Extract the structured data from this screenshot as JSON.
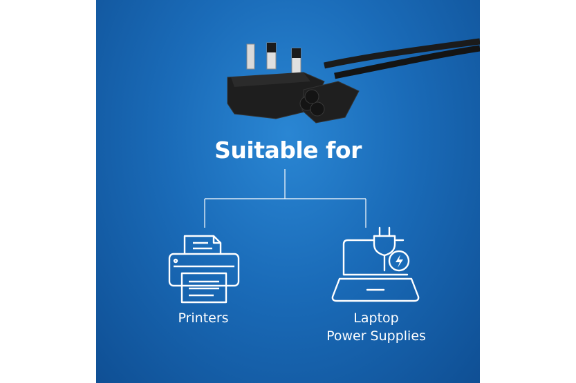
{
  "heading": "Suitable for",
  "items": [
    {
      "label": "Printers",
      "icon": "printer-icon"
    },
    {
      "label_line1": "Laptop",
      "label_line2": "Power Supplies",
      "icon": "laptop-plug-icon"
    }
  ],
  "colors": {
    "background": "#1a6bb8",
    "text": "#ffffff",
    "cable": "#1b1b1b"
  }
}
